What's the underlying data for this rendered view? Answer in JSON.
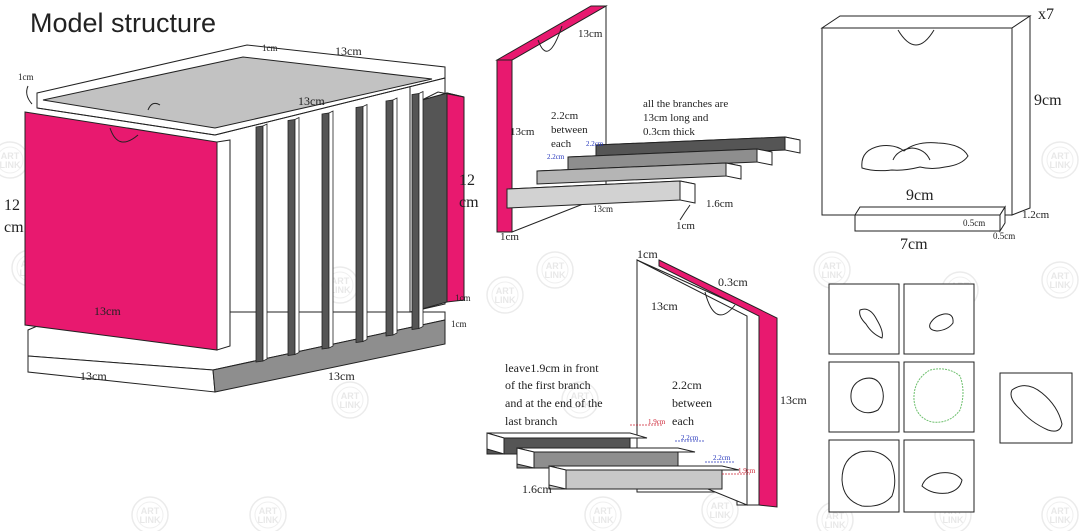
{
  "title": "Model structure",
  "colors": {
    "magenta": "#e8196f",
    "dark_gray": "#555555",
    "mid_gray": "#8e8e8e",
    "light_gray": "#c8c8c8",
    "top_gray": "#c2c2c2",
    "outline": "#222222",
    "blue_dim": "#2233bb",
    "red_dim": "#cc2233",
    "green_outline": "#6dbf6d"
  },
  "watermark": {
    "text_top": "ART",
    "text_bottom": "LINK",
    "icon": "art-link-logo"
  },
  "box_model": {
    "top_1cm": "1cm",
    "top_13cm": "13cm",
    "lid_13cm": "13cm",
    "corner_1cm": "1cm",
    "left_12": "12",
    "left_cm": "cm",
    "right_12": "12",
    "right_cm": "cm",
    "front_13cm": "13cm",
    "right_1cm_a": "1cm",
    "right_1cm_b": "1cm",
    "base_left_13cm": "13cm",
    "base_right_13cm": "13cm"
  },
  "side_panel_top": {
    "dim_13cm_top": "13cm",
    "dim_13cm_side": "13cm",
    "dim_1cm": "1cm",
    "spacing_line1": "2.2cm",
    "spacing_line2": "between",
    "spacing_line3": "each",
    "note_line1": "all the branches are",
    "note_line2": "13cm long and",
    "note_line3": "0.3cm thick",
    "blue_a": "2.2cm",
    "blue_b": "2.2cm",
    "bar_13cm": "13cm",
    "bar_1_6cm": "1.6cm",
    "bar_1cm": "1cm"
  },
  "frame_detail": {
    "multiplier": "x7",
    "height": "9cm",
    "width_inner": "9cm",
    "width_base": "7cm",
    "base_thick_a": "0.5cm",
    "base_thick_b": "0.5cm",
    "base_height": "1.2cm"
  },
  "side_panel_bottom": {
    "dim_1cm": "1cm",
    "dim_0_3cm": "0.3cm",
    "dim_13cm_top": "13cm",
    "dim_13cm_side": "13cm",
    "leave_line1": "leave1.9cm in front",
    "leave_line2": "of the first branch",
    "leave_line3": "and at the end of the",
    "leave_line4": "last branch",
    "spacing_line1": "2.2cm",
    "spacing_line2": "between",
    "spacing_line3": "each",
    "red_a": "1.9cm",
    "red_b": "1.9cm",
    "blue_a": "2.2cm",
    "blue_b": "2.2cm",
    "bar_1_6cm": "1.6cm"
  },
  "stone_shapes": {
    "tile_count": 6,
    "extra_count": 1
  }
}
